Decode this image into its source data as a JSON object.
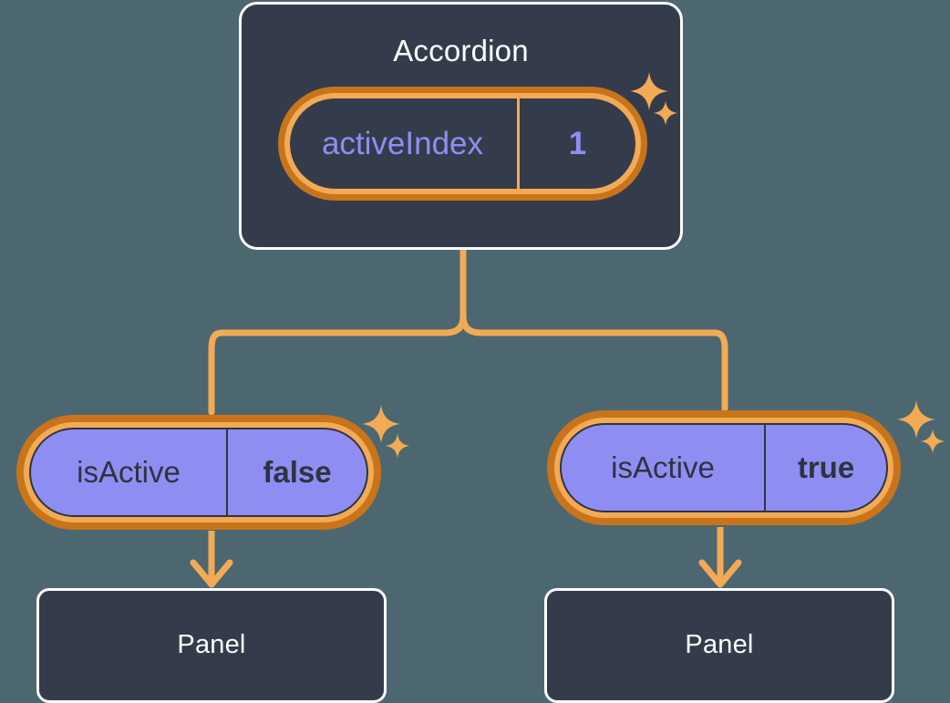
{
  "canvas": {
    "background_color": "#4d6771",
    "accent_color": "#f2ab54",
    "accent_dark_color": "#c8741a",
    "node_fill_color": "#343c4c",
    "pill_purple_color": "#8e8ef2",
    "text_light_color": "#ffffff",
    "text_dark_color": "#2d3441"
  },
  "root": {
    "title": "Accordion",
    "state": {
      "key": "activeIndex",
      "value": "1"
    },
    "sparkle_icon": "sparkle-icon"
  },
  "branches": [
    {
      "id": "left",
      "state": {
        "key": "isActive",
        "value": "false"
      },
      "child": {
        "title": "Panel"
      },
      "sparkle_icon": "sparkle-icon",
      "arrow_icon": "arrow-down-icon"
    },
    {
      "id": "right",
      "state": {
        "key": "isActive",
        "value": "true"
      },
      "child": {
        "title": "Panel"
      },
      "sparkle_icon": "sparkle-icon",
      "arrow_icon": "arrow-down-icon"
    }
  ]
}
